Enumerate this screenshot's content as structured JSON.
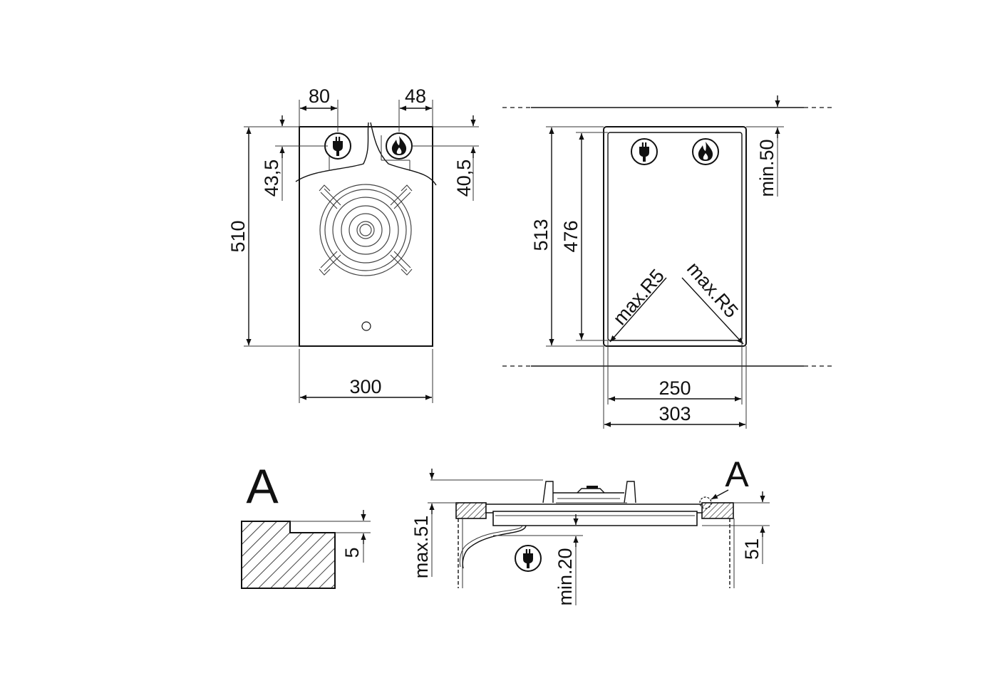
{
  "top_view": {
    "dim_80": "80",
    "dim_48": "48",
    "dim_43_5": "43,5",
    "dim_40_5": "40,5",
    "dim_510": "510",
    "dim_300": "300"
  },
  "cutout": {
    "dim_513": "513",
    "dim_476": "476",
    "dim_min50": "min.50",
    "dim_250": "250",
    "dim_303": "303",
    "radius_left": "max.R5",
    "radius_right": "max.R5"
  },
  "detail": {
    "label": "A",
    "dim_5": "5"
  },
  "section": {
    "label": "A",
    "dim_max51": "max.51",
    "dim_min20": "min.20",
    "dim_51": "51"
  },
  "icons": [
    "plug-icon",
    "flame-icon"
  ]
}
